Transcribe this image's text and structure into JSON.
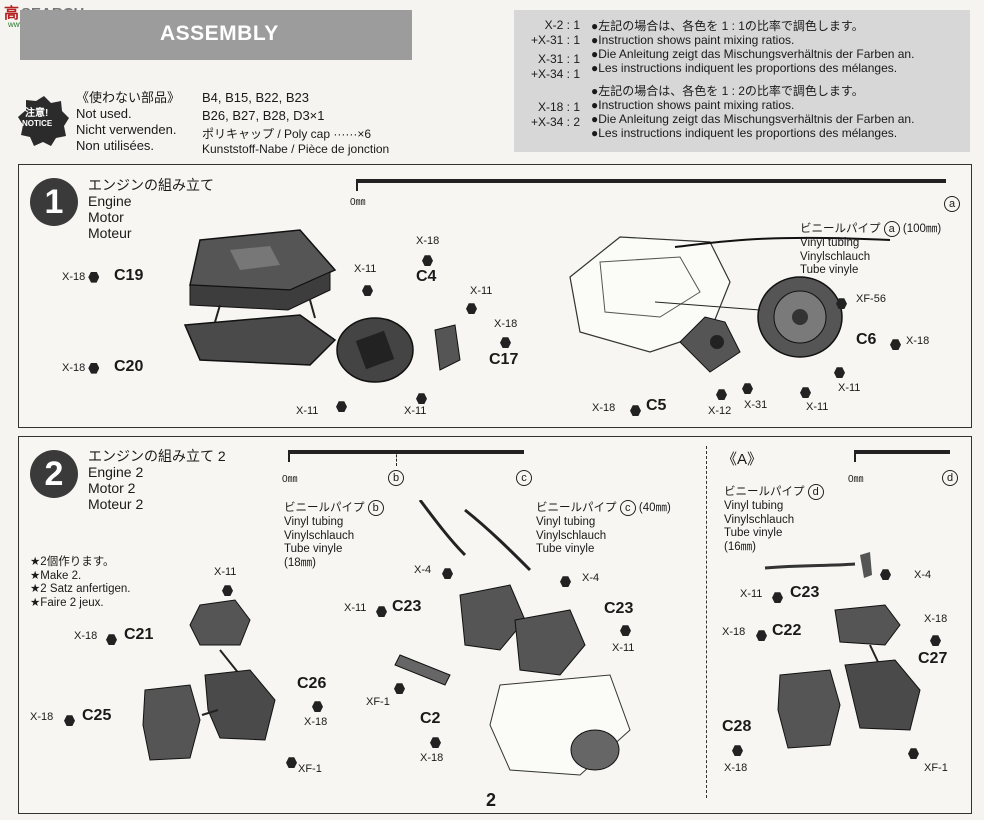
{
  "watermark": {
    "brand": "SEARCH",
    "sub": "www.zhbmx.com",
    "mark": "高"
  },
  "header": {
    "title": "ASSEMBLY"
  },
  "notice": {
    "badge_top": "注意!",
    "badge_bottom": "NOTICE",
    "lines": [
      "《使わない部品》",
      "Not used.",
      "Nicht verwenden.",
      "Non utilisées."
    ],
    "parts1": "B4, B15, B22, B23",
    "parts2": "B26, B27, B28, D3×1",
    "cap1": "ポリキャップ / Poly cap ······×6",
    "cap2": "Kunststoff-Nabe / Pièce de jonction"
  },
  "mixing": {
    "group1": {
      "codes": [
        "X-2 : 1",
        "+X-31 : 1",
        "X-31 : 1",
        "+X-34 : 1"
      ],
      "lines": [
        "●左記の場合は、各色を 1 : 1の比率で調色します。",
        "●Instruction shows paint mixing ratios.",
        "●Die Anleitung zeigt das Mischungsverhältnis der Farben an.",
        "●Les instructions indiquent les proportions des mélanges."
      ]
    },
    "group2": {
      "codes": [
        "X-18 : 1",
        "+X-34 : 2"
      ],
      "lines": [
        "●左記の場合は、各色を 1 : 2の比率で調色します。",
        "●Instruction shows paint mixing ratios.",
        "●Die Anleitung zeigt das Mischungsverhältnis der Farben an.",
        "●Les instructions indiquent les proportions des mélanges."
      ]
    }
  },
  "step1": {
    "number": "1",
    "title": [
      "エンジンの組み立て",
      "Engine",
      "Motor",
      "Moteur"
    ],
    "ruler_zero": "0㎜",
    "ruler_end": "a",
    "tube": {
      "ja": "ビニールパイプ",
      "ref": "a",
      "len": "(100㎜)",
      "lines": [
        "Vinyl tubing",
        "Vinylschlauch",
        "Tube vinyle"
      ]
    },
    "parts": {
      "C19": "C19",
      "C20": "C20",
      "C4": "C4",
      "C17": "C17",
      "C5": "C5",
      "C6": "C6"
    },
    "codes": {
      "c19": "X-18",
      "c20": "X-18",
      "c4": "X-18",
      "c4b": "X-11",
      "c17a": "X-11",
      "c17b": "X-18",
      "l1": "X-11",
      "l2": "X-11",
      "c5": "X-18",
      "x12": "X-12",
      "x31": "X-31",
      "x11r": "X-11",
      "x11r2": "X-11",
      "xf56": "XF-56",
      "c6": "X-18"
    }
  },
  "step2": {
    "number": "2",
    "title": [
      "エンジンの組み立て 2",
      "Engine 2",
      "Motor 2",
      "Moteur 2"
    ],
    "ruler_zero": "0㎜",
    "ruler_b": "b",
    "ruler_c": "c",
    "make2": [
      "★2個作ります。",
      "★Make 2.",
      "★2 Satz anfertigen.",
      "★Faire 2 jeux."
    ],
    "tube_b": {
      "ja": "ビニールパイプ",
      "ref": "b",
      "lines": [
        "Vinyl tubing",
        "Vinylschlauch",
        "Tube vinyle"
      ],
      "len": "(18㎜)"
    },
    "tube_c": {
      "ja": "ビニールパイプ",
      "ref": "c",
      "len": "(40㎜)",
      "lines": [
        "Vinyl tubing",
        "Vinylschlauch",
        "Tube vinyle"
      ]
    },
    "parts": {
      "C21": "C21",
      "C25": "C25",
      "C26": "C26",
      "C23a": "C23",
      "C23b": "C23",
      "C2": "C2"
    },
    "codes": {
      "c21top": "X-11",
      "c21": "X-18",
      "c25": "X-18",
      "c26": "X-18",
      "xf1": "XF-1",
      "x4a": "X-4",
      "x4b": "X-4",
      "c23a": "X-11",
      "c23b": "X-11",
      "xf1b": "XF-1",
      "c2": "X-18"
    }
  },
  "stepA": {
    "label": "《A》",
    "ruler_zero": "0㎜",
    "ruler_end": "d",
    "tube": {
      "ja": "ビニールパイプ",
      "ref": "d",
      "lines": [
        "Vinyl tubing",
        "Vinylschlauch",
        "Tube vinyle"
      ],
      "len": "(16㎜)"
    },
    "parts": {
      "C23": "C23",
      "C22": "C22",
      "C27": "C27",
      "C28": "C28"
    },
    "codes": {
      "x4": "X-4",
      "c23": "X-11",
      "c22": "X-18",
      "c27": "X-18",
      "c28": "X-18",
      "xf1": "XF-1"
    }
  },
  "page": {
    "number": "2"
  }
}
